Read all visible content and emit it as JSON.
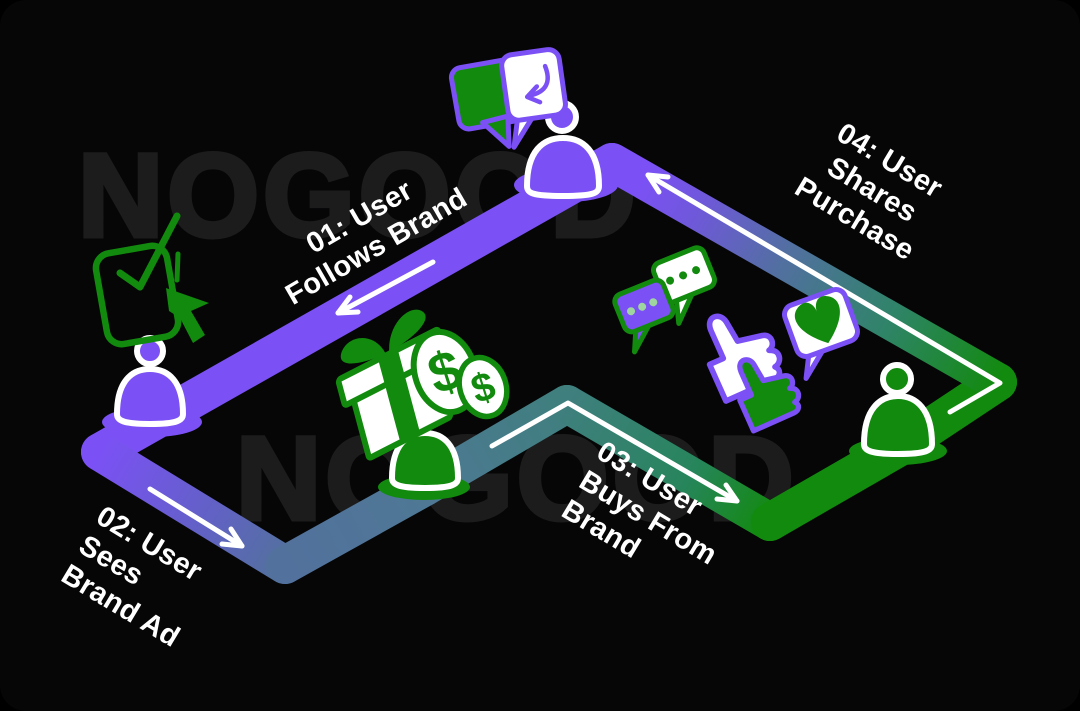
{
  "brand_watermark": "NOGOOD",
  "stages": [
    {
      "step": "01",
      "lines": [
        "01: User",
        "Follows Brand"
      ]
    },
    {
      "step": "02",
      "lines": [
        "02: User",
        "Sees",
        "Brand Ad"
      ]
    },
    {
      "step": "03",
      "lines": [
        "03: User",
        "Buys From",
        "Brand"
      ]
    },
    {
      "step": "04",
      "lines": [
        "04: User",
        "Shares",
        "Purchase"
      ]
    }
  ],
  "icons": {
    "coin_large_symbol": "$",
    "coin_small_symbol": "$"
  },
  "colors": {
    "background": "#060607",
    "watermark": "#1c1c1d",
    "purple": "#7b51f5",
    "green": "#128a0e",
    "steel_blue": "#52719d",
    "teal": "#3f7f7e",
    "white": "#ffffff"
  }
}
